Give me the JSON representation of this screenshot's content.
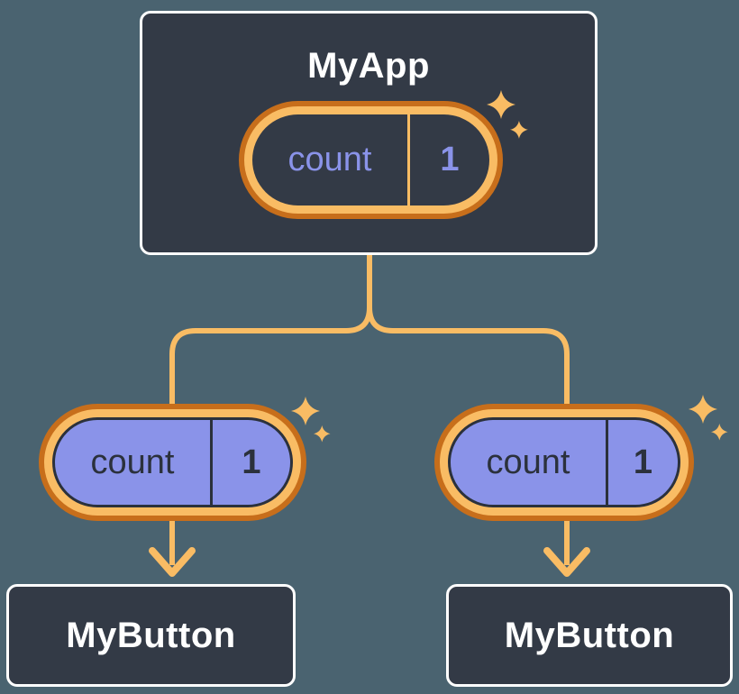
{
  "diagram": {
    "description": "React component tree with shared state",
    "root": {
      "title": "MyApp",
      "state": {
        "name": "count",
        "value": "1"
      }
    },
    "children": [
      {
        "title": "MyButton",
        "state": {
          "name": "count",
          "value": "1"
        }
      },
      {
        "title": "MyButton",
        "state": {
          "name": "count",
          "value": "1"
        }
      }
    ],
    "colors": {
      "background": "#4A6370",
      "node_fill": "#333A46",
      "node_border": "#FFFFFF",
      "connector": "#F9BC64",
      "pill_ring_outer": "#C76E1B",
      "pill_ring_inner": "#F9BC64",
      "root_state_text": "#8A93E9",
      "child_pill_fill": "#8A93E9",
      "child_state_text": "#2B313C",
      "title_text": "#FFFFFF"
    }
  }
}
